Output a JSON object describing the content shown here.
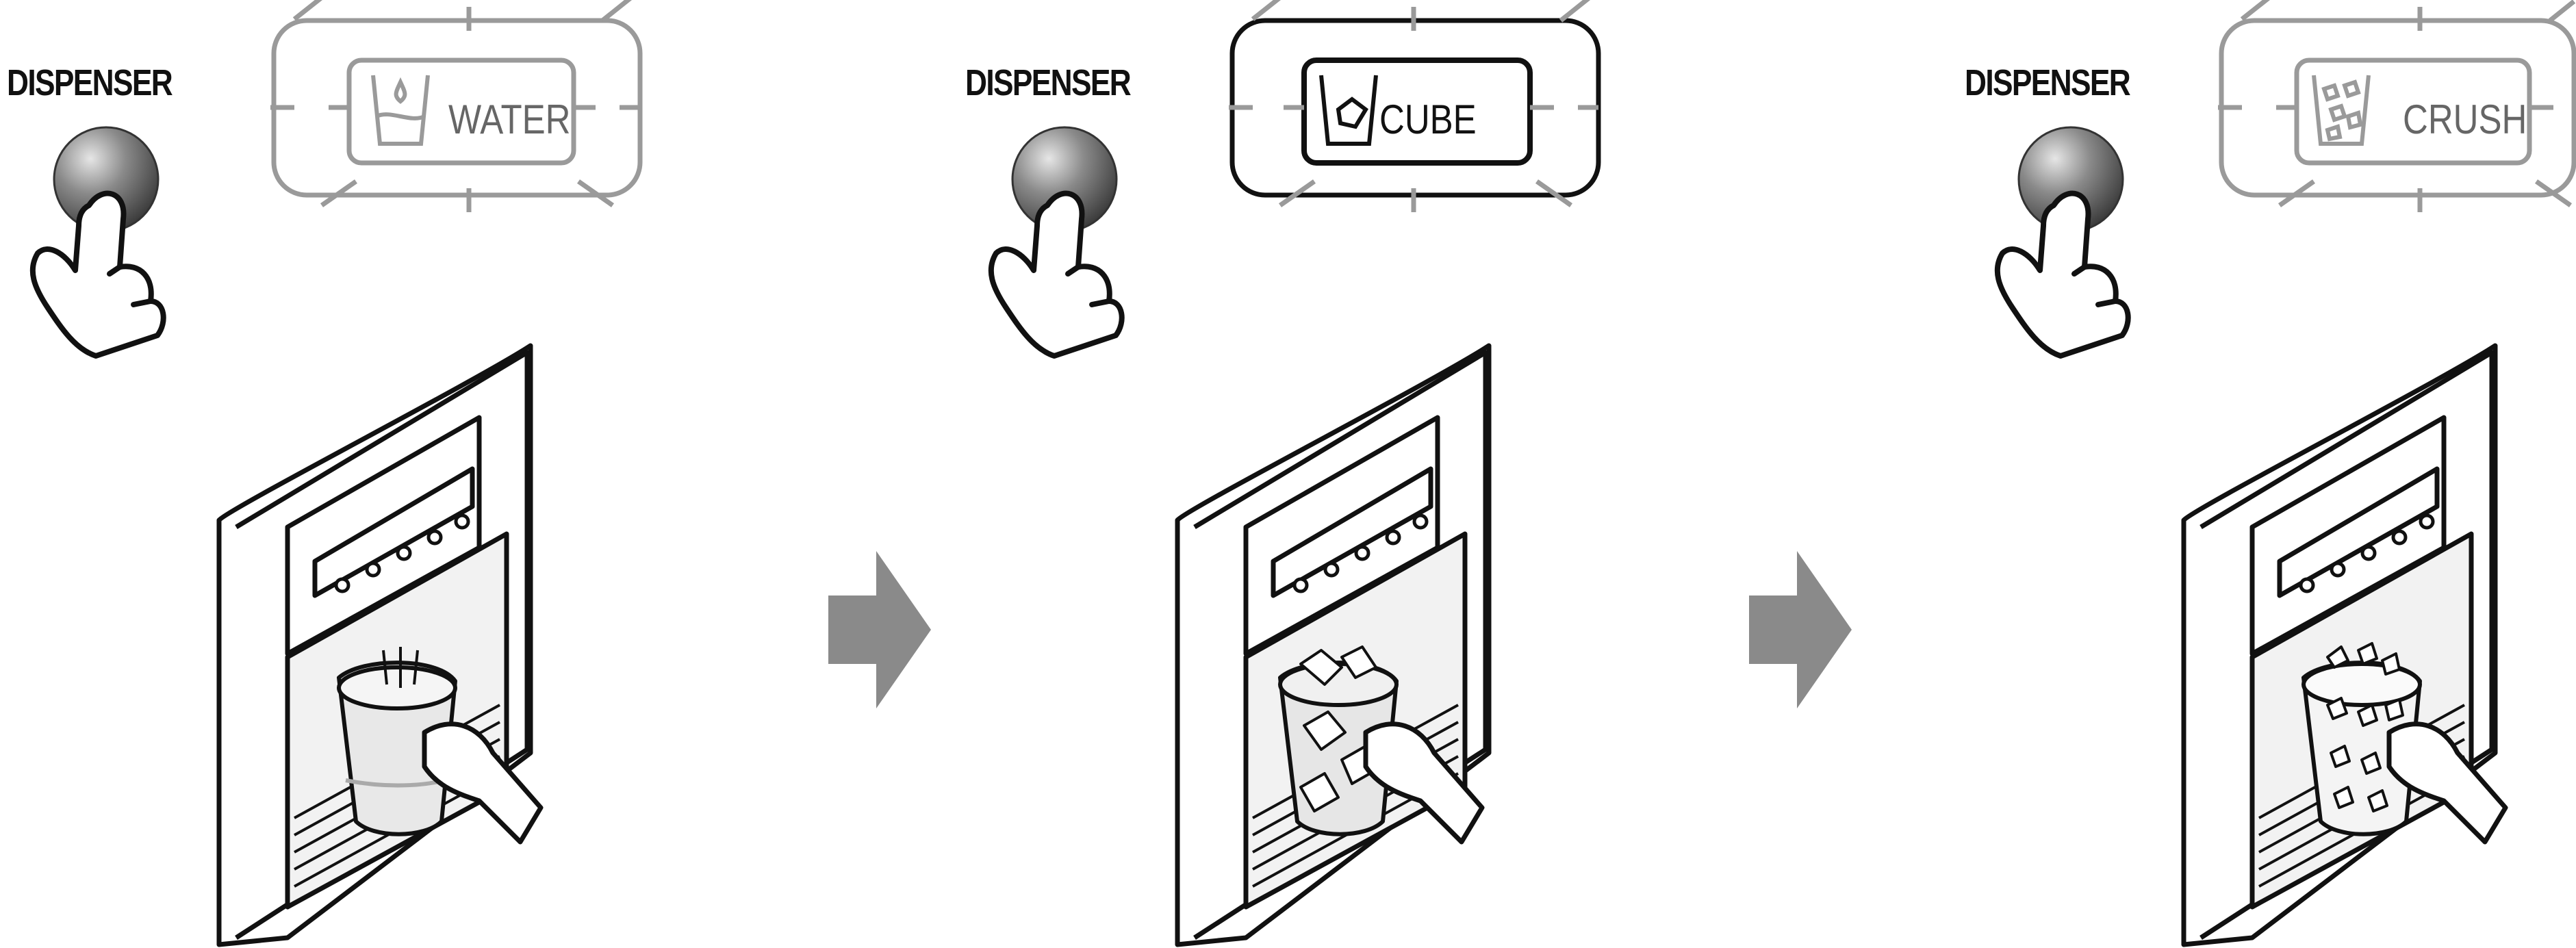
{
  "steps": [
    {
      "button_label": "DISPENSER",
      "mode_label": "WATER",
      "active": false
    },
    {
      "button_label": "DISPENSER",
      "mode_label": "CUBE",
      "active": true
    },
    {
      "button_label": "DISPENSER",
      "mode_label": "CRUSH",
      "active": false
    }
  ],
  "colors": {
    "line": "#111111",
    "arrow": "#8a8a8a",
    "button": "#7a7a7a",
    "dim": "#9a9a9a"
  },
  "icons": [
    "pointing-hand-icon",
    "water-cup-icon",
    "ice-cube-cup-icon",
    "crushed-ice-cup-icon",
    "arrow-right-icon"
  ]
}
